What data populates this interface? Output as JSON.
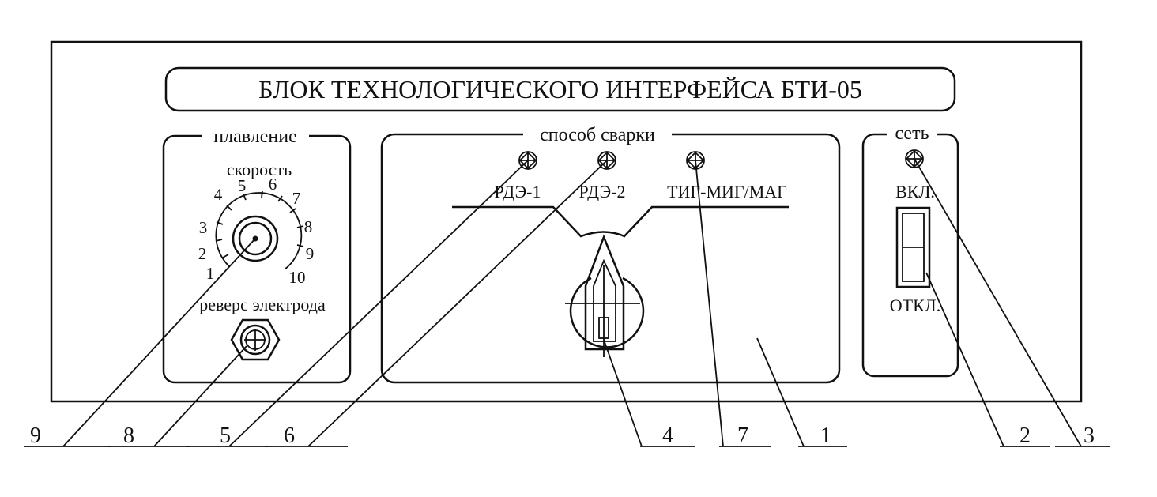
{
  "title": "БЛОК ТЕХНОЛОГИЧЕСКОГО ИНТЕРФЕЙСА БТИ-05",
  "melting": {
    "group_label": "плавление",
    "speed_label": "скорость",
    "scale": [
      "1",
      "2",
      "3",
      "4",
      "5",
      "6",
      "7",
      "8",
      "9",
      "10"
    ],
    "reverse_label": "реверс электрода"
  },
  "welding": {
    "group_label": "способ сварки",
    "modes": [
      "РДЭ-1",
      "РДЭ-2",
      "ТИГ-МИГ/МАГ"
    ]
  },
  "network": {
    "group_label": "сеть",
    "on_label": "ВКЛ.",
    "off_label": "ОТКЛ."
  },
  "callouts": [
    "9",
    "8",
    "5",
    "6",
    "4",
    "7",
    "1",
    "2",
    "3"
  ]
}
